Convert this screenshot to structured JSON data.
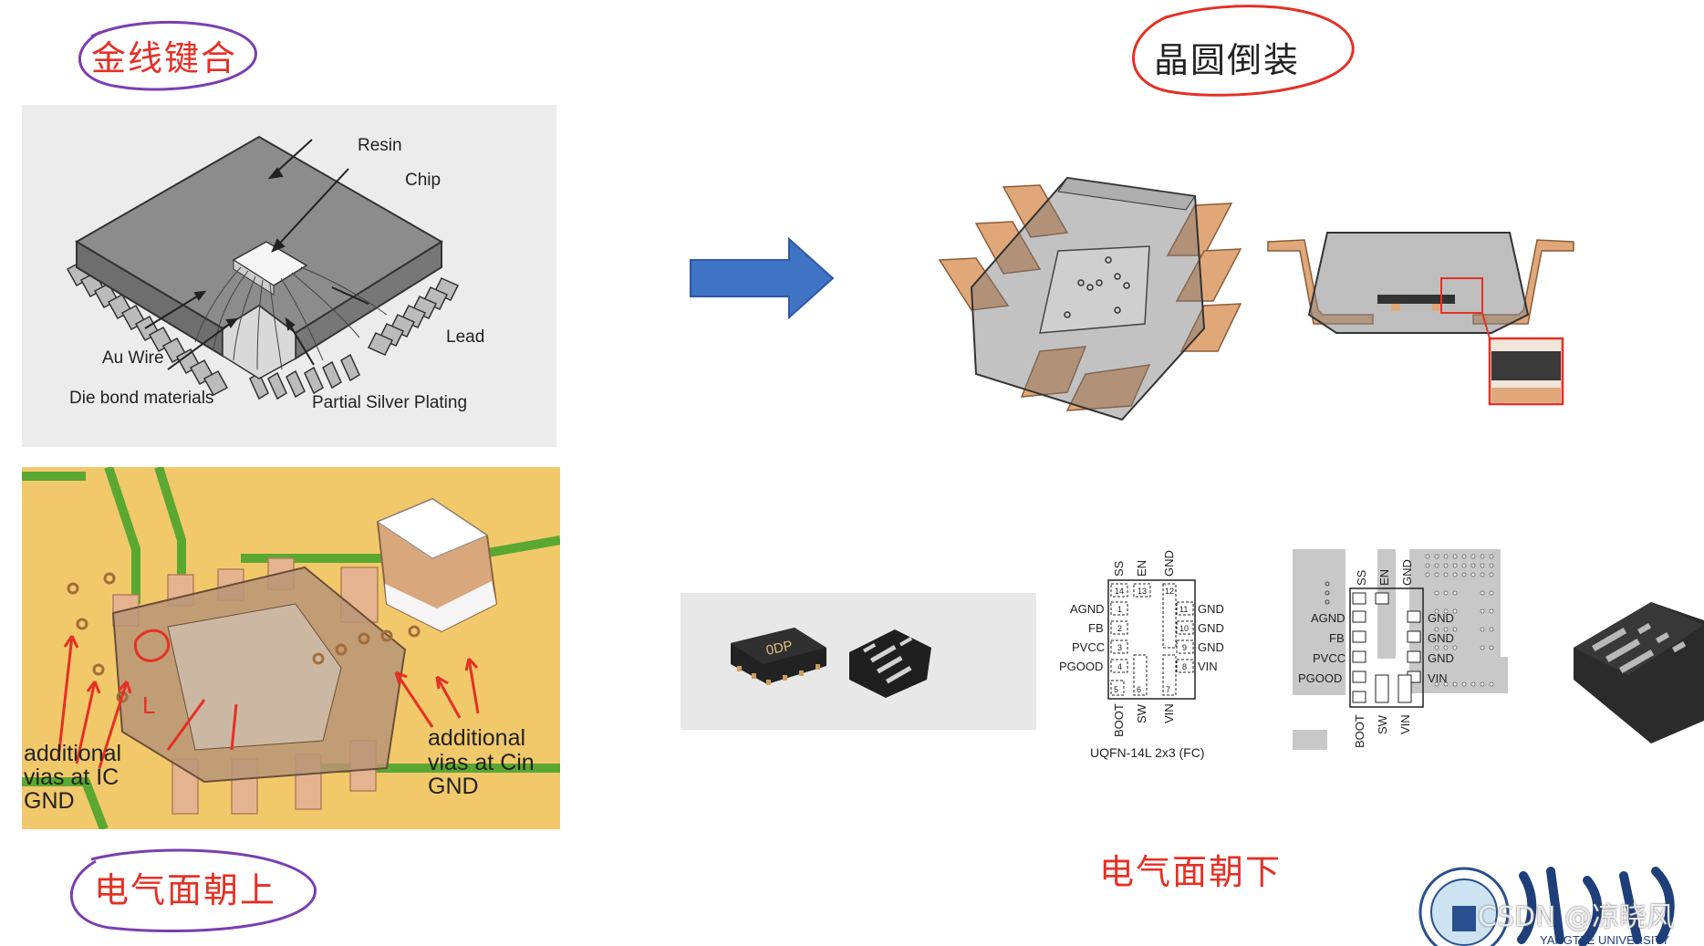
{
  "labels": {
    "wire_bond": "金线键合",
    "flip_chip": "晶圆倒装",
    "face_up": "电气面朝上",
    "face_down": "电气面朝下"
  },
  "qfp_diagram": {
    "resin": "Resin",
    "chip": "Chip",
    "lead": "Lead",
    "au_wire": "Au Wire",
    "die_bond": "Die bond materials",
    "silver": "Partial Silver Plating"
  },
  "pcb_diagram": {
    "left_note": [
      "additional",
      "vias at IC",
      "GND"
    ],
    "right_note": [
      "additional",
      "vias at Cin",
      "GND"
    ],
    "loop_label": "L"
  },
  "chip_photo": {
    "marking": "0DP"
  },
  "pinout": {
    "caption": "UQFN-14L 2x3 (FC)",
    "top": [
      "SS",
      "EN",
      "GND"
    ],
    "left": [
      "AGND",
      "FB",
      "PVCC",
      "PGOOD"
    ],
    "right": [
      "GND",
      "GND",
      "GND",
      "VIN"
    ],
    "bottom": [
      "BOOT",
      "SW",
      "VIN"
    ],
    "pin_top": [
      "14",
      "13",
      "12"
    ],
    "pin_left": [
      "1",
      "2",
      "3",
      "4"
    ],
    "pin_right": [
      "11",
      "10",
      "9",
      "8"
    ],
    "pin_bottom": [
      "5",
      "6",
      "7"
    ]
  },
  "layout": {
    "top": [
      "SS",
      "EN",
      "GND"
    ],
    "left": [
      "AGND",
      "FB",
      "PVCC",
      "PGOOD"
    ],
    "right": [
      "GND",
      "GND",
      "GND",
      "VIN"
    ],
    "bottom": [
      "BOOT",
      "SW",
      "VIN"
    ]
  },
  "watermark": "CSDN @凉晓风",
  "logo": {
    "calligraphy": "长江大学",
    "english": "YANGTZE UNIVERSITY"
  },
  "colors": {
    "pen_purple": "#7a3fb0",
    "pen_red": "#e53025",
    "caption_red": "#e53025",
    "arrow_blue": "#3f73c4",
    "copper": "#e0a878",
    "pcb_yellow": "#f2c96a",
    "pcb_green": "#5aa832"
  }
}
